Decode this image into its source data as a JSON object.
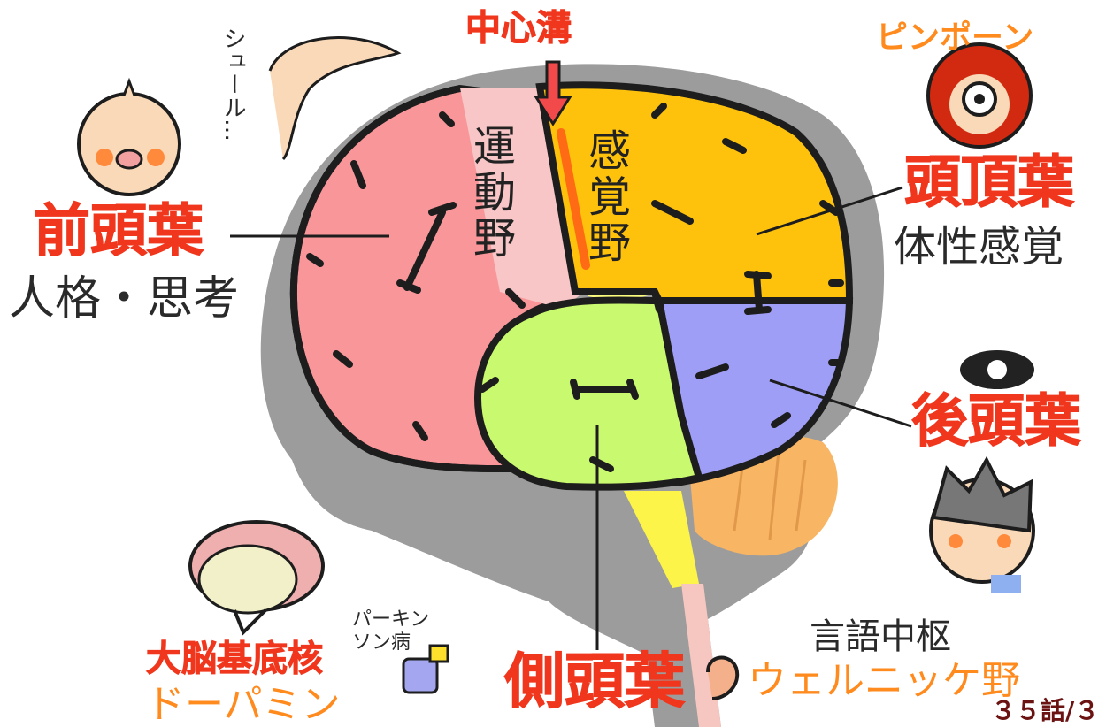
{
  "labels": {
    "central_sulcus": "中心溝",
    "motor_area": "運動野",
    "sensory_area": "感覚野",
    "frontal_lobe": "前頭葉",
    "frontal_function": "人格・思考",
    "parietal_lobe": "頭頂葉",
    "parietal_function": "体性感覚",
    "occipital_lobe": "後頭葉",
    "temporal_lobe": "側頭葉",
    "basal_ganglia": "大脳基底核",
    "dopamine": "ドーパミン",
    "language_center": "言語中枢",
    "wernicke": "ウェルニッケ野",
    "parkinson": "パーキン\nソン病",
    "whoosh": "シュール…",
    "sparkle": "ピンポーン",
    "page": "３５話/３"
  },
  "colors": {
    "frontal": "#f9969a",
    "motor": "#f8c6c6",
    "sensory": "#fdfb7d",
    "parietal": "#ffc20c",
    "occipital": "#9e9ef7",
    "temporal": "#c9f96e",
    "head": "#9c9c9c",
    "label_red": "#f0361c",
    "label_orange": "#ff8a1e"
  }
}
